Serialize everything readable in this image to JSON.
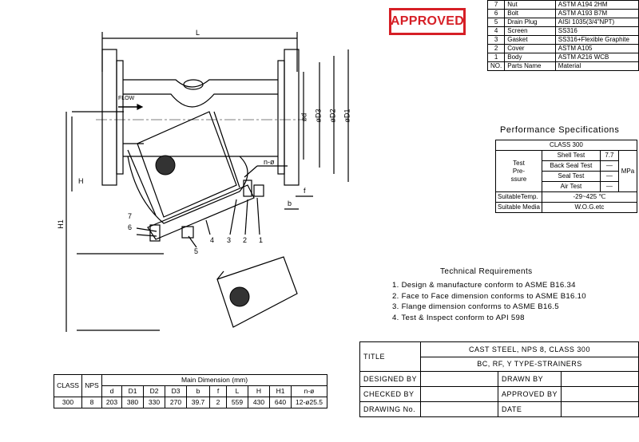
{
  "stamp": "APPROVED",
  "parts": [
    {
      "no": "7",
      "name": "Nut",
      "material": "ASTM A194 2HM"
    },
    {
      "no": "6",
      "name": "Bolt",
      "material": "ASTM A193 B7M"
    },
    {
      "no": "5",
      "name": "Drain Plug",
      "material": "AISI 1035(3/4\"NPT)"
    },
    {
      "no": "4",
      "name": "Screen",
      "material": "SS316"
    },
    {
      "no": "3",
      "name": "Gasket",
      "material": "SS316+Flexible Graphite"
    },
    {
      "no": "2",
      "name": "Cover",
      "material": "ASTM A105"
    },
    {
      "no": "1",
      "name": "Body",
      "material": "ASTM A216 WCB"
    }
  ],
  "parts_header": {
    "no": "NO.",
    "name": "Parts Name",
    "material": "Material"
  },
  "performance": {
    "title": "Performance Specifications",
    "class": "CLASS 300",
    "test_pressure_label_1": "Test",
    "test_pressure_label_2": "Pre-",
    "test_pressure_label_3": "ssure",
    "shell_test": "Shell Test",
    "shell_value": "7.7",
    "back_seal_test": "Back Seal Test",
    "back_seal_value": "—",
    "seal_test": "Seal Test",
    "seal_value": "—",
    "air_test": "Air Test",
    "air_value": "—",
    "unit": "MPa",
    "suitable_temp_label": "SuitableTemp.",
    "suitable_temp_value": "-29~425 ℃",
    "suitable_media_label": "Suitable Media",
    "suitable_media_value": "W.O.G.etc"
  },
  "requirements": {
    "title": "Technical Requirements",
    "items": [
      "1. Design & manufacture conform to ASME B16.34",
      "2. Face to Face dimension conforms to ASME B16.10",
      "3. Flange dimension conforms to ASME B16.5",
      "4. Test & Inspect conform to API 598"
    ]
  },
  "dimensions": {
    "group_header": "Main Dimension (mm)",
    "class_header": "CLASS",
    "nps_header": "NPS",
    "columns": [
      "d",
      "D1",
      "D2",
      "D3",
      "b",
      "f",
      "L",
      "H",
      "H1",
      "n-ø"
    ],
    "class": "300",
    "nps": "8",
    "values": [
      "203",
      "380",
      "330",
      "270",
      "39.7",
      "2",
      "559",
      "430",
      "640",
      "12-ø25.5"
    ]
  },
  "title_block": {
    "title_label": "TITLE",
    "title_line1": "CAST STEEL, NPS 8, CLASS 300",
    "title_line2": "BC, RF, Y TYPE-STRAINERS",
    "designed_by": "DESIGNED BY",
    "drawn_by": "DRAWN BY",
    "checked_by": "CHECKED  BY",
    "approved_by": "APPROVED BY",
    "drawing_no": "DRAWING No.",
    "date": "DATE"
  },
  "drawing_labels": {
    "L": "L",
    "H": "H",
    "H1": "H1",
    "flow": "FLOW",
    "d": "ød",
    "D3": "øD3",
    "D2": "øD2",
    "D1": "øD1",
    "n_phi": "n-ø",
    "b": "b",
    "f": "f",
    "callouts": [
      "7",
      "6",
      "5",
      "4",
      "3",
      "2",
      "1"
    ]
  }
}
